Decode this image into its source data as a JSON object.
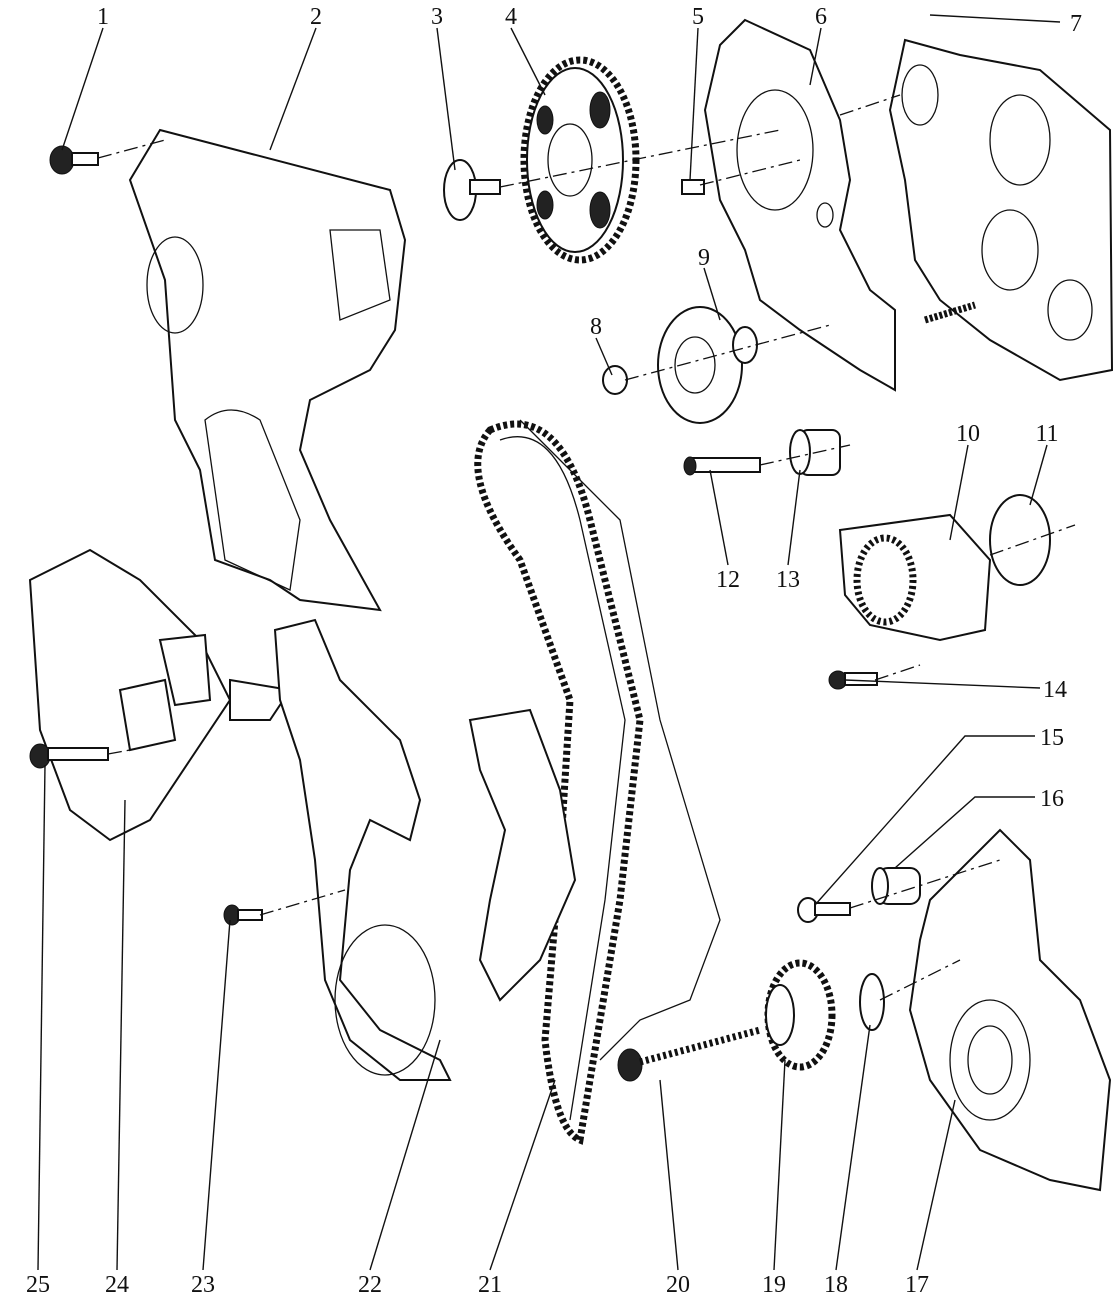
{
  "diagram": {
    "type": "exploded-view",
    "callouts": [
      "1",
      "2",
      "3",
      "4",
      "5",
      "6",
      "7",
      "8",
      "9",
      "10",
      "11",
      "12",
      "13",
      "14",
      "15",
      "16",
      "17",
      "18",
      "19",
      "20",
      "21",
      "22",
      "23",
      "24",
      "25"
    ]
  }
}
